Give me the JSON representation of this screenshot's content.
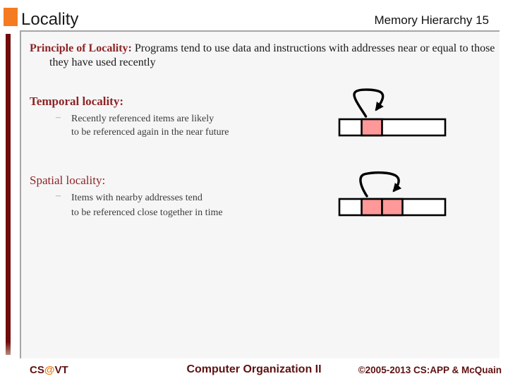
{
  "slide": {
    "title": "Locality"
  },
  "header": {
    "course": "Memory Hierarchy",
    "page": "15"
  },
  "principle": {
    "label": "Principle of Locality:",
    "text": " Programs tend to use data and instructions with addresses near or equal to those they have used recently"
  },
  "sections": [
    {
      "heading": "Temporal locality:",
      "dash": "–",
      "line1": "Recently referenced items are likely",
      "line2": "to be referenced again in the near future",
      "diagram": "memory array with one highlighted block and self-loop arrow"
    },
    {
      "heading": "Spatial locality:",
      "dash": "–",
      "line1": "Items with nearby addresses tend",
      "line2": "to be referenced close together in time",
      "diagram": "memory array with two adjacent highlighted blocks and arc arrow to neighbor"
    }
  ],
  "footer": {
    "cs": "CS",
    "at": "@",
    "vt": "VT",
    "center": "Computer Organization II",
    "right": "©2005-2013 CS:APP & McQuain"
  },
  "colors": {
    "accent_orange": "#F47B20",
    "maroon_bar": "#700C0C",
    "heading_red": "#8E2424",
    "body_text": "#1A1A1A",
    "bullet_text": "#3B3B3B",
    "bullet_dash": "#9A9A9A",
    "cell_pink": "#FF9898",
    "footer_maroon": "#5E1111",
    "at_orange": "#E8770E",
    "line_gray": "#A6A6A6",
    "content_bg": "#F6F6F7"
  }
}
